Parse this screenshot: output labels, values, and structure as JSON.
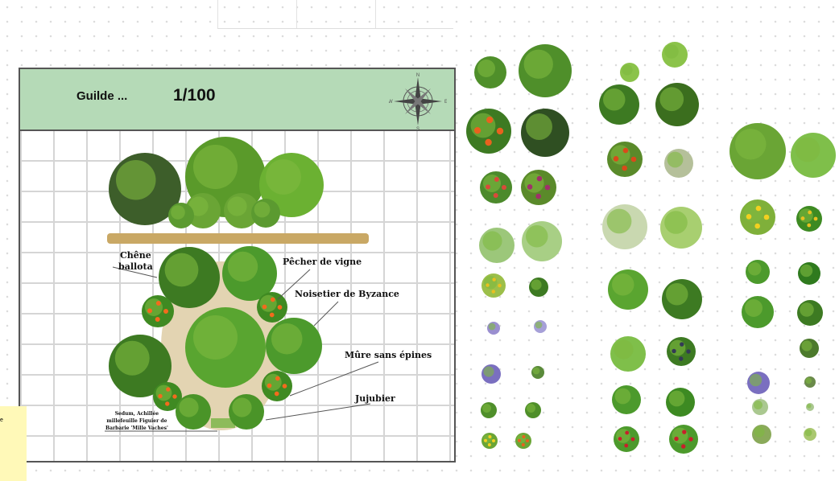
{
  "board": {
    "title": "Guilde ...",
    "scale": "1/100",
    "compass": {
      "n": "N",
      "s": "S",
      "e": "E",
      "w": "W"
    }
  },
  "labels": {
    "chene": "Chêne\nballota",
    "pecher": "Pêcher de vigne",
    "noisetier": "Noisetier de Byzance",
    "mure": "Mûre sans épines",
    "jujubier": "Jujubier",
    "sedum": "Sedum, Achillée\nmillefeuille Figuier de\nBarbarie 'Mille Vaches'"
  },
  "sticky_note": {
    "text": "e"
  },
  "colors": {
    "header": "#b5dab7",
    "sticky": "#fff9b8",
    "foliage": "#4f8f2a",
    "fruit": "#e8621e"
  }
}
